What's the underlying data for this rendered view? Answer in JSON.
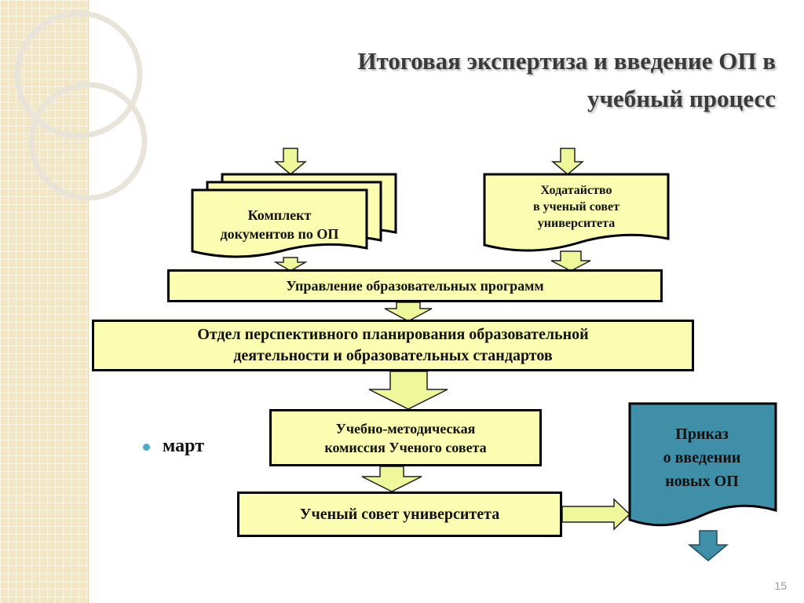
{
  "title": {
    "line1": "Итоговая экспертиза и введение ОП в",
    "line2": "учебный процесс"
  },
  "nodes": {
    "documents": {
      "line1": "Комплект",
      "line2": "документов по ОП"
    },
    "petition": {
      "line1": "Ходатайство",
      "line2": "в ученый совет",
      "line3": "университета"
    },
    "program_management": "Управление образовательных программ",
    "planning_department": {
      "line1": "Отдел перспективного планирования образовательной",
      "line2": "деятельности и образовательных стандартов"
    },
    "methodical_commission": {
      "line1": "Учебно-методическая",
      "line2": "комиссия Ученого совета"
    },
    "academic_council": "Ученый совет университета",
    "order": {
      "line1": "Приказ",
      "line2": "о введении",
      "line3": "новых ОП"
    }
  },
  "bullet": {
    "text": "март"
  },
  "page_number": "15",
  "colors": {
    "box_fill": "#fbfdb0",
    "arrow_fill": "#eef79a",
    "order_fill": "#3f8fa8",
    "bullet": "#4bacc6",
    "sidebar": "#f3e6c2"
  }
}
